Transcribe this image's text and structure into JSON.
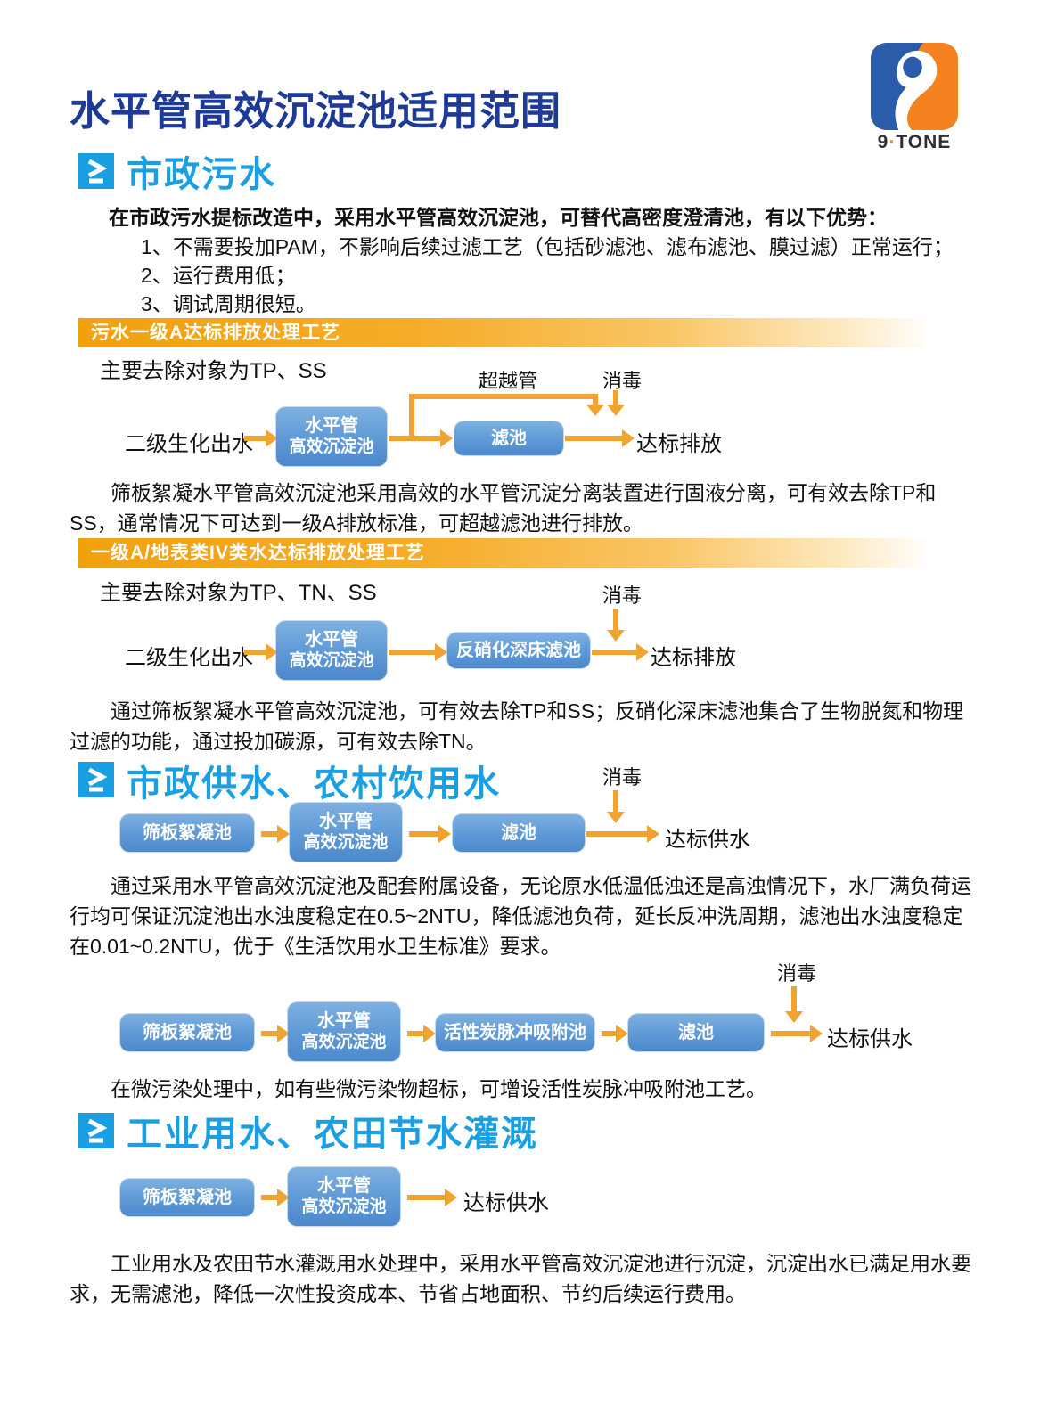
{
  "title": "水平管高效沉淀池适用范围",
  "logo": {
    "nine": "9",
    "dot": "·",
    "tone": "TONE"
  },
  "colors": {
    "title_blue": "#1C3A96",
    "heading_blue": "#1B9FE3",
    "banner_orange": "#F2A10E",
    "arrow_orange": "#F0A330",
    "box_blue_top": "#7EB1E1",
    "box_blue_bottom": "#4C89CB",
    "logo_blue": "#2A5CAA",
    "logo_orange": "#F58220"
  },
  "s1": {
    "heading": "市政污水",
    "intro": "在市政污水提标改造中，采用水平管高效沉淀池，可替代高密度澄清池，有以下优势：",
    "advantages": [
      "1、不需要投加PAM，不影响后续过滤工艺（包括砂滤池、滤布滤池、膜过滤）正常运行；",
      "2、运行费用低；",
      "3、调试周期很短。"
    ],
    "p1": {
      "banner": "污水一级A达标排放处理工艺",
      "target": "主要去除对象为TP、SS",
      "input": "二级生化出水",
      "box1a": "水平管",
      "box1b": "高效沉淀池",
      "box2": "滤池",
      "output": "达标排放",
      "bypass": "超越管",
      "disinfect": "消毒",
      "desc": "筛板絮凝水平管高效沉淀池采用高效的水平管沉淀分离装置进行固液分离，可有效去除TP和SS，通常情况下可达到一级A排放标准，可超越滤池进行排放。"
    },
    "p2": {
      "banner": "一级A/地表类IV类水达标排放处理工艺",
      "target": "主要去除对象为TP、TN、SS",
      "input": "二级生化出水",
      "box1a": "水平管",
      "box1b": "高效沉淀池",
      "box2": "反硝化深床滤池",
      "output": "达标排放",
      "disinfect": "消毒",
      "desc": "通过筛板絮凝水平管高效沉淀池，可有效去除TP和SS；反硝化深床滤池集合了生物脱氮和物理过滤的功能，通过投加碳源，可有效去除TN。"
    }
  },
  "s2": {
    "heading": "市政供水、农村饮用水",
    "f1": {
      "box0": "筛板絮凝池",
      "box1a": "水平管",
      "box1b": "高效沉淀池",
      "box2": "滤池",
      "output": "达标供水",
      "disinfect": "消毒"
    },
    "desc1": "通过采用水平管高效沉淀池及配套附属设备，无论原水低温低浊还是高浊情况下，水厂满负荷运行均可保证沉淀池出水浊度稳定在0.5~2NTU，降低滤池负荷，延长反冲洗周期，滤池出水浊度稳定在0.01~0.2NTU，优于《生活饮用水卫生标准》要求。",
    "f2": {
      "box0": "筛板絮凝池",
      "box1a": "水平管",
      "box1b": "高效沉淀池",
      "box2": "活性炭脉冲吸附池",
      "box3": "滤池",
      "output": "达标供水",
      "disinfect": "消毒"
    },
    "desc2": "在微污染处理中，如有些微污染物超标，可增设活性炭脉冲吸附池工艺。"
  },
  "s3": {
    "heading": "工业用水、农田节水灌溉",
    "f": {
      "box0": "筛板絮凝池",
      "box1a": "水平管",
      "box1b": "高效沉淀池",
      "output": "达标供水"
    },
    "desc": "工业用水及农田节水灌溉用水处理中，采用水平管高效沉淀池进行沉淀，沉淀出水已满足用水要求，无需滤池，降低一次性投资成本、节省占地面积、节约后续运行费用。"
  }
}
